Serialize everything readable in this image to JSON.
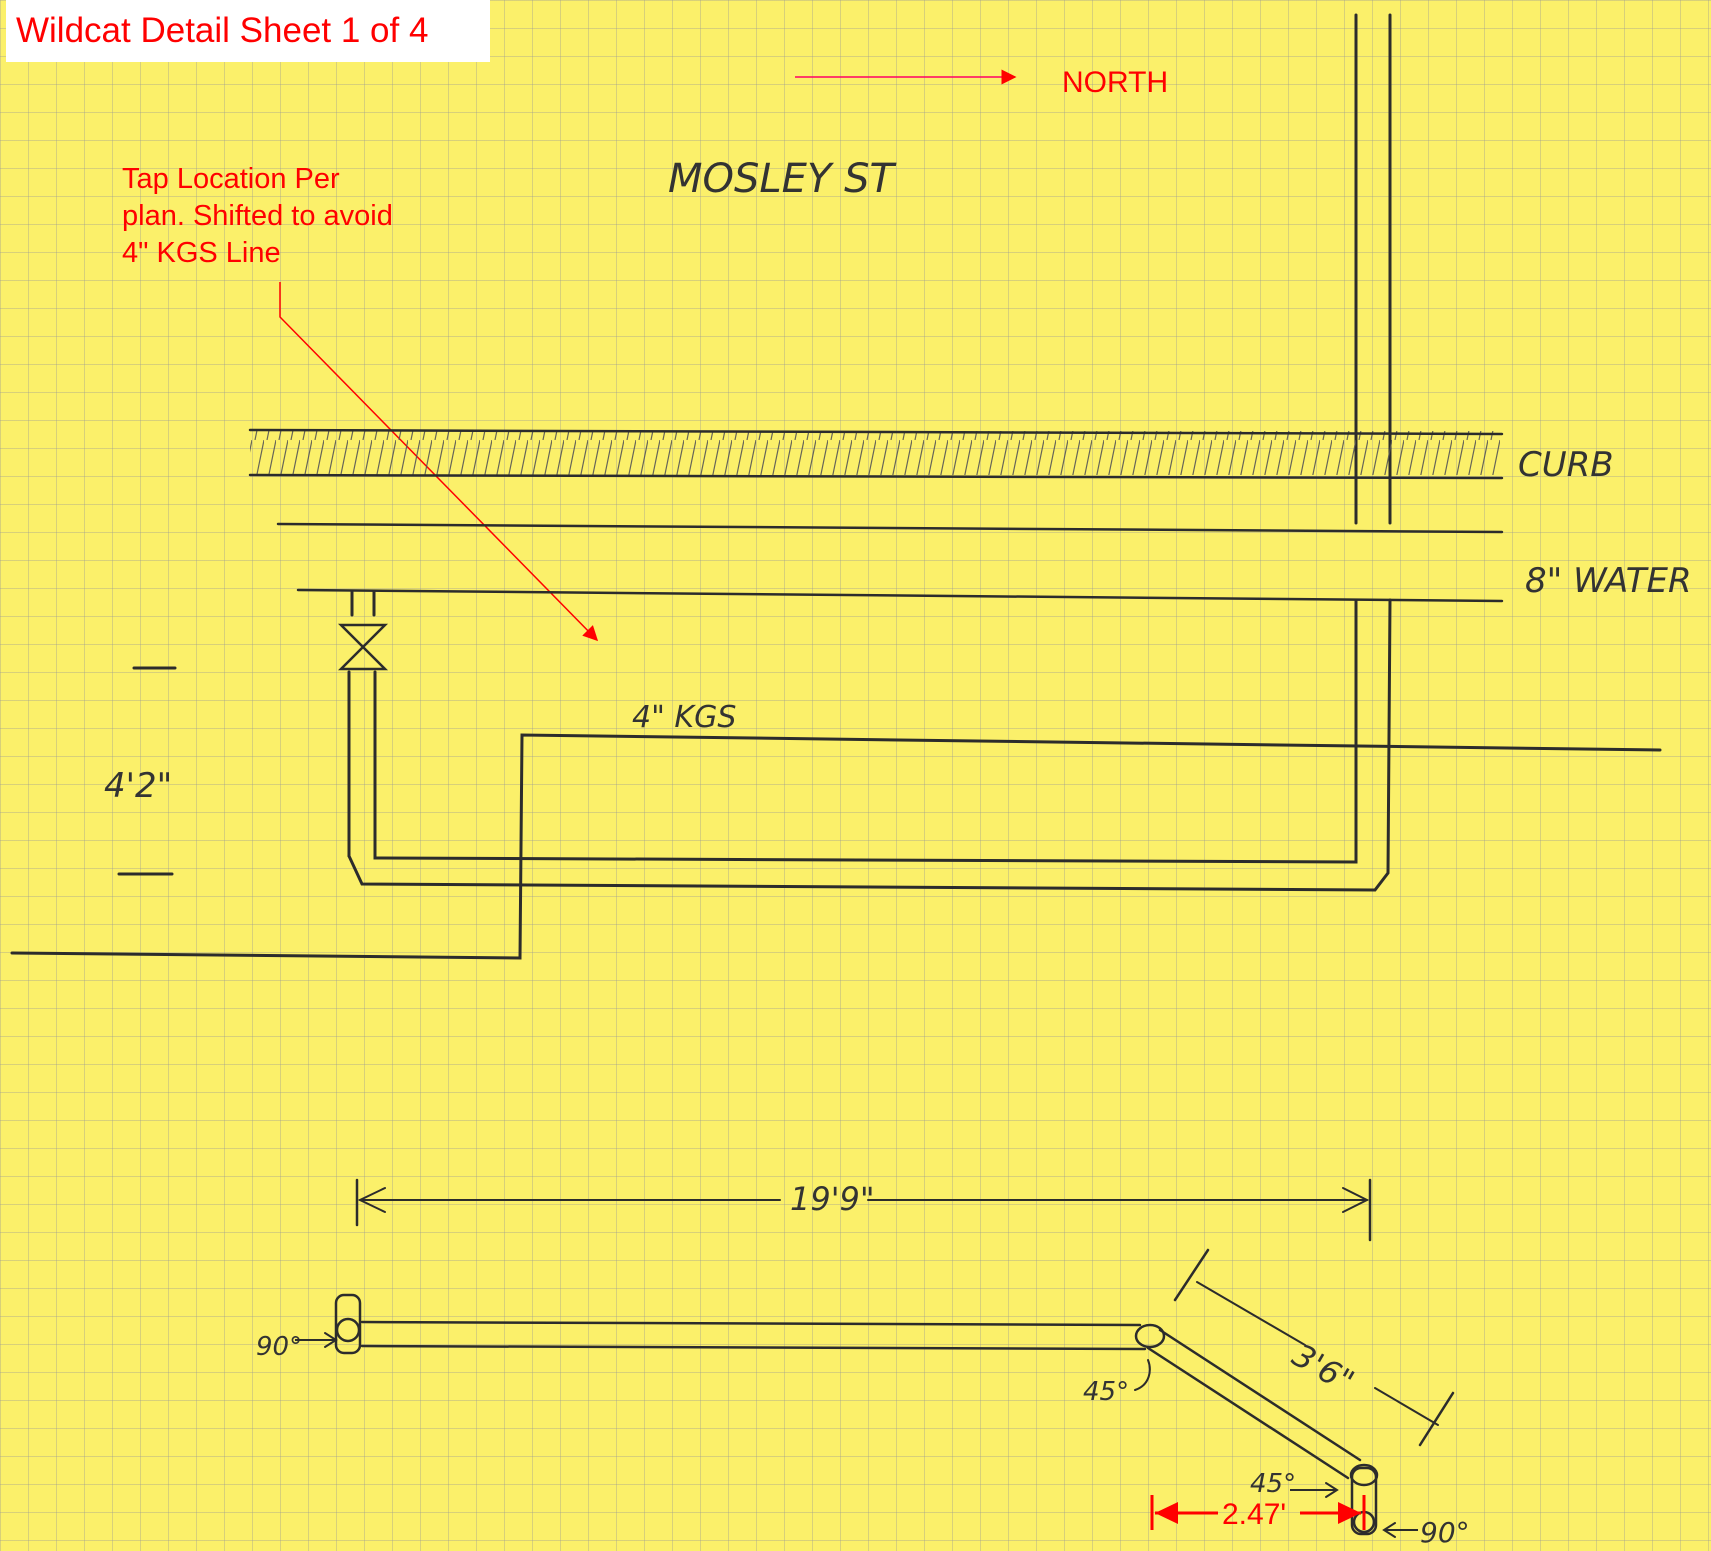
{
  "title": "Wildcat Detail Sheet 1 of 4",
  "compass": {
    "label": "NORTH"
  },
  "street": {
    "name": "MOSLEY ST"
  },
  "note": {
    "line1": "Tap Location Per",
    "line2": "plan. Shifted to avoid",
    "line3": "4\" KGS Line"
  },
  "labels": {
    "curb": "CURB",
    "water": "8\" WATER",
    "kgs": "4\"  KGS",
    "depth": "4'2\""
  },
  "dimensions": {
    "run_length": "19'9\"",
    "diagonal": "3'6\"",
    "offset": "2.47'"
  },
  "fittings": {
    "left_elbow": "90°",
    "bend_upper": "45°",
    "bend_lower": "45°",
    "right_elbow": "90°"
  },
  "colors": {
    "paper": "#fbf06a",
    "annotation": "#ff0000",
    "pencil": "#2c2c2c"
  }
}
